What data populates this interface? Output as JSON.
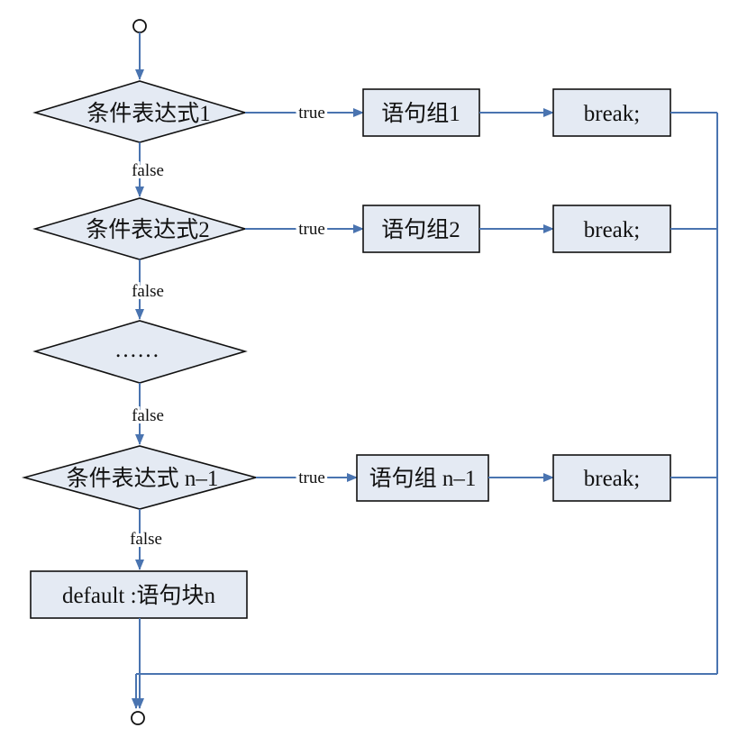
{
  "flowchart": {
    "conditions": [
      {
        "label": "条件表达式1",
        "true_label": "true",
        "false_label": "false"
      },
      {
        "label": "条件表达式2",
        "true_label": "true",
        "false_label": "false"
      },
      {
        "label": "……",
        "false_label": "false"
      },
      {
        "label": "条件表达式 n–1",
        "true_label": "true",
        "false_label": "false"
      }
    ],
    "statements": [
      {
        "label": "语句组1",
        "break": "break;"
      },
      {
        "label": "语句组2",
        "break": "break;"
      },
      {
        "label": "语句组 n–1",
        "break": "break;"
      }
    ],
    "default_block": "default :语句块n",
    "colors": {
      "arrow": "#4a74b0",
      "fill": "#e4eaf3",
      "stroke": "#111111"
    }
  }
}
